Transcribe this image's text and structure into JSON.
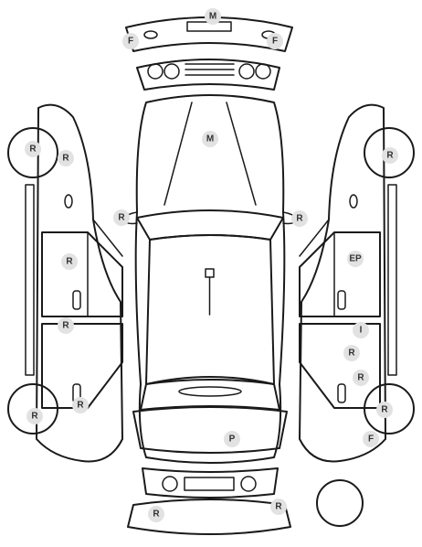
{
  "markers": [
    {
      "id": "front-bumper-center",
      "label": "M"
    },
    {
      "id": "front-bumper-left",
      "label": "F"
    },
    {
      "id": "front-bumper-right",
      "label": "F"
    },
    {
      "id": "hood",
      "label": "M"
    },
    {
      "id": "left-front-wheel",
      "label": "R"
    },
    {
      "id": "left-front-fender",
      "label": "R"
    },
    {
      "id": "left-mirror",
      "label": "R"
    },
    {
      "id": "right-mirror",
      "label": "R"
    },
    {
      "id": "right-front-wheel",
      "label": "R"
    },
    {
      "id": "left-front-door",
      "label": "R"
    },
    {
      "id": "right-front-door",
      "label": "EP"
    },
    {
      "id": "left-rear-door",
      "label": "R"
    },
    {
      "id": "right-rear-door-upper",
      "label": "I"
    },
    {
      "id": "right-rear-door-middle",
      "label": "R"
    },
    {
      "id": "right-rear-door-lower",
      "label": "R"
    },
    {
      "id": "left-rear-quarter",
      "label": "R"
    },
    {
      "id": "left-rear-wheel",
      "label": "R"
    },
    {
      "id": "right-rear-wheel",
      "label": "R"
    },
    {
      "id": "right-rear-quarter",
      "label": "F"
    },
    {
      "id": "trunk",
      "label": "P"
    },
    {
      "id": "rear-bumper-left",
      "label": "R"
    },
    {
      "id": "rear-bumper-right",
      "label": "R"
    }
  ]
}
